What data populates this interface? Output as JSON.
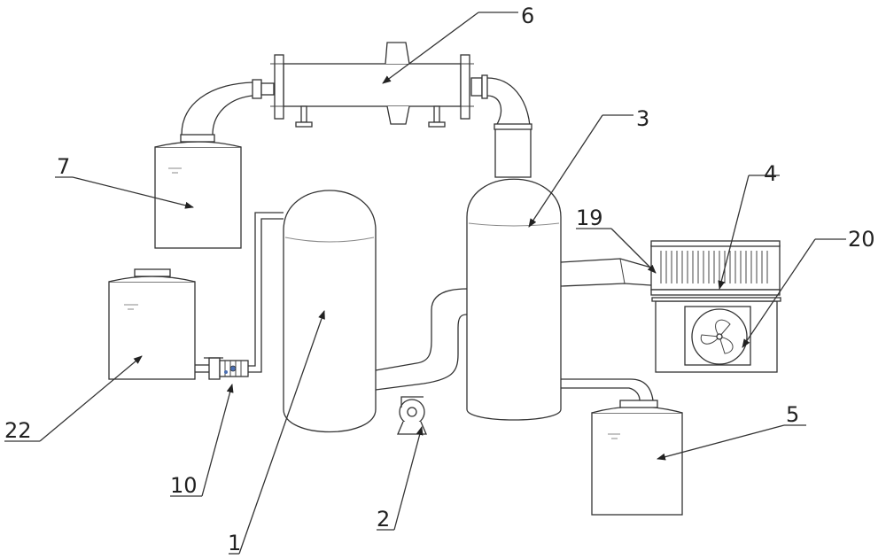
{
  "labels": {
    "l1": "1",
    "l2": "2",
    "l3": "3",
    "l4": "4",
    "l5": "5",
    "l6": "6",
    "l7": "7",
    "l10": "10",
    "l19": "19",
    "l20": "20",
    "l22": "22"
  }
}
